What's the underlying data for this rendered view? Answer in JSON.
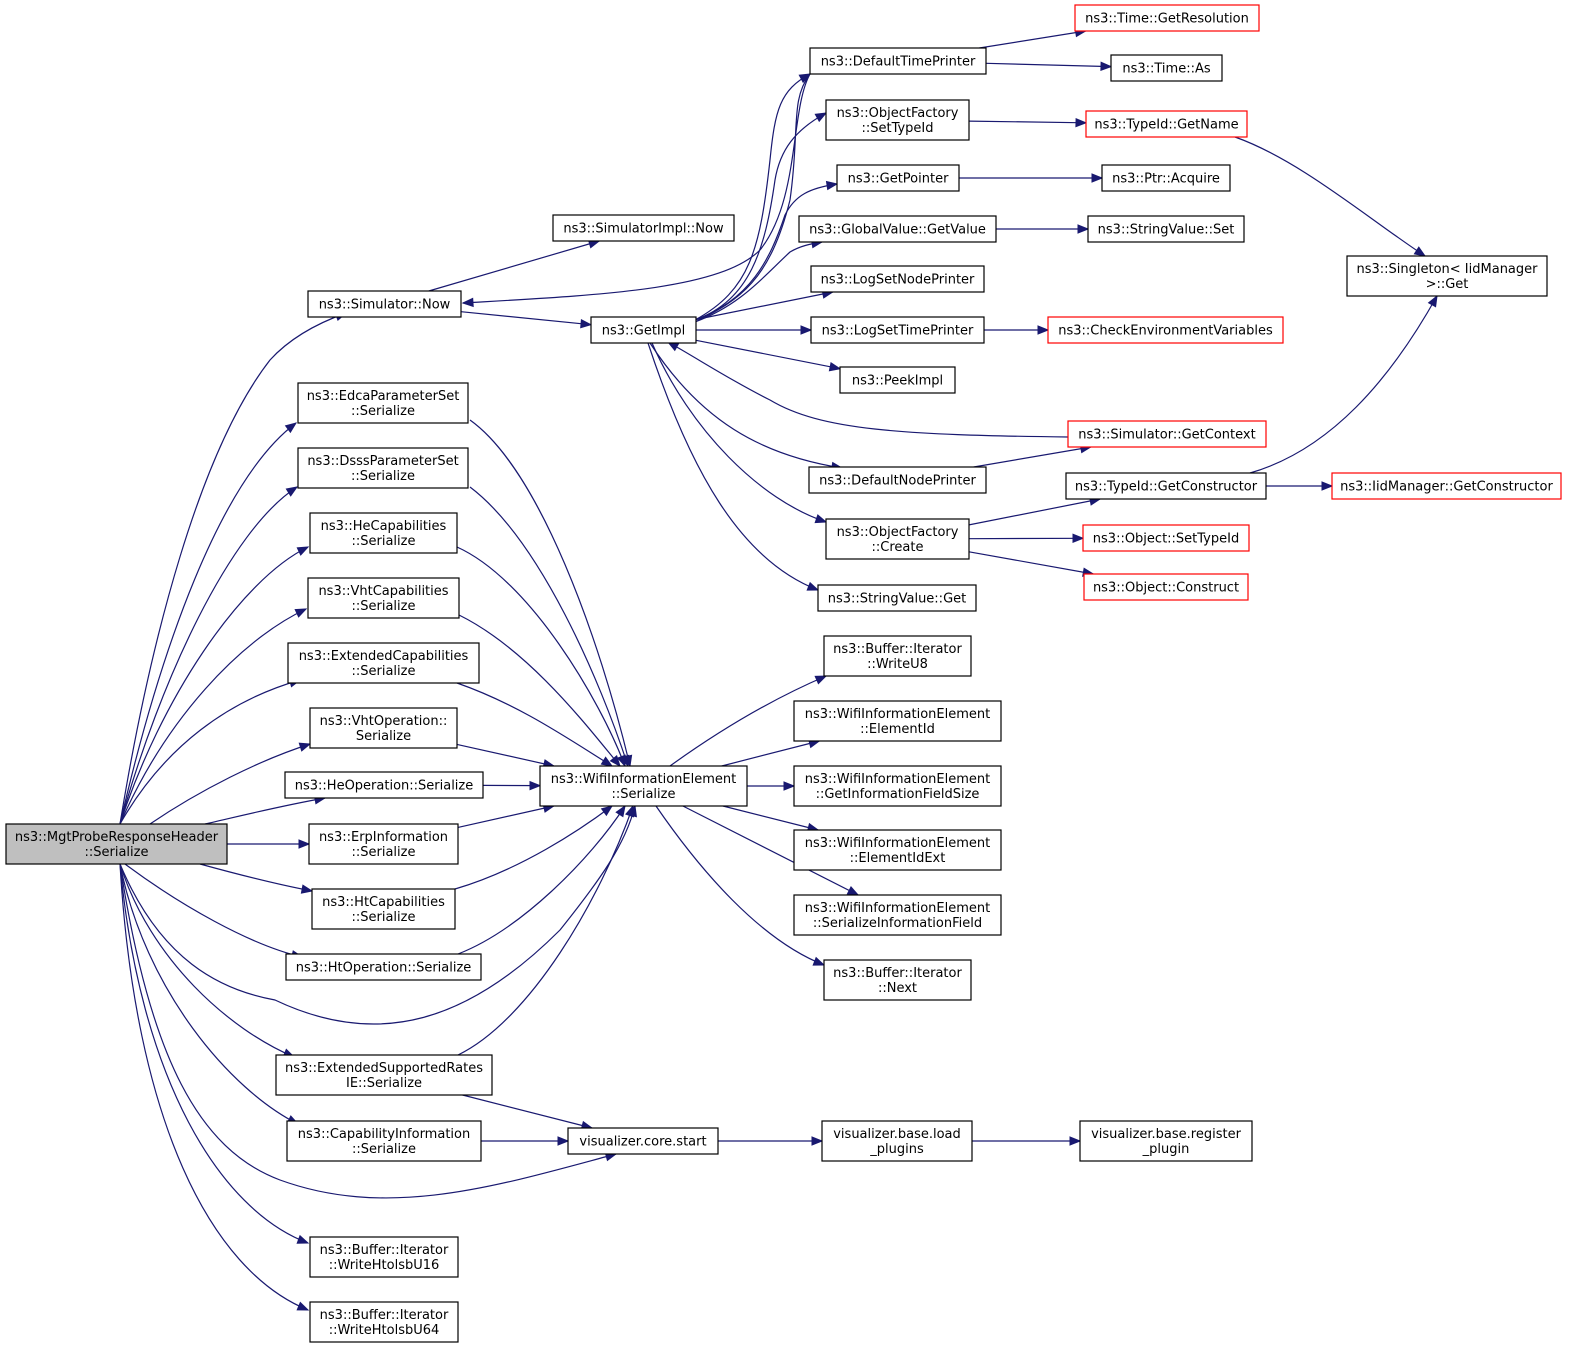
{
  "nodes": [
    {
      "id": "root",
      "lines": [
        "ns3::MgtProbeResponseHeader",
        "::Serialize"
      ],
      "root": true
    },
    {
      "id": "simnow",
      "lines": [
        "ns3::Simulator::Now"
      ]
    },
    {
      "id": "simimplnow",
      "lines": [
        "ns3::SimulatorImpl::Now"
      ]
    },
    {
      "id": "getimpl",
      "lines": [
        "ns3::GetImpl"
      ]
    },
    {
      "id": "deftimeprinter",
      "lines": [
        "ns3::DefaultTimePrinter"
      ]
    },
    {
      "id": "getresolution",
      "lines": [
        "ns3::Time::GetResolution"
      ],
      "truncated": true
    },
    {
      "id": "timeas",
      "lines": [
        "ns3::Time::As"
      ]
    },
    {
      "id": "ofsettypeid",
      "lines": [
        "ns3::ObjectFactory",
        "::SetTypeId"
      ]
    },
    {
      "id": "typeidgetname",
      "lines": [
        "ns3::TypeId::GetName"
      ],
      "truncated": true
    },
    {
      "id": "getpointer",
      "lines": [
        "ns3::GetPointer"
      ]
    },
    {
      "id": "ptracquire",
      "lines": [
        "ns3::Ptr::Acquire"
      ]
    },
    {
      "id": "gvgetvalue",
      "lines": [
        "ns3::GlobalValue::GetValue"
      ]
    },
    {
      "id": "stringvalueset",
      "lines": [
        "ns3::StringValue::Set"
      ]
    },
    {
      "id": "singletonget",
      "lines": [
        "ns3::Singleton< IidManager",
        ">::Get"
      ]
    },
    {
      "id": "logsetnodeprinter",
      "lines": [
        "ns3::LogSetNodePrinter"
      ]
    },
    {
      "id": "logsettimeprinter",
      "lines": [
        "ns3::LogSetTimePrinter"
      ]
    },
    {
      "id": "checkenv",
      "lines": [
        "ns3::CheckEnvironmentVariables"
      ],
      "truncated": true
    },
    {
      "id": "peekimpl",
      "lines": [
        "ns3::PeekImpl"
      ]
    },
    {
      "id": "simgetcontext",
      "lines": [
        "ns3::Simulator::GetContext"
      ],
      "truncated": true
    },
    {
      "id": "defnodeprinter",
      "lines": [
        "ns3::DefaultNodePrinter"
      ]
    },
    {
      "id": "typeidgetconstructor",
      "lines": [
        "ns3::TypeId::GetConstructor"
      ]
    },
    {
      "id": "iidgetconstructor",
      "lines": [
        "ns3::IidManager::GetConstructor"
      ],
      "truncated": true
    },
    {
      "id": "ofcreate",
      "lines": [
        "ns3::ObjectFactory",
        "::Create"
      ]
    },
    {
      "id": "objsettypeid",
      "lines": [
        "ns3::Object::SetTypeId"
      ],
      "truncated": true
    },
    {
      "id": "objconstruct",
      "lines": [
        "ns3::Object::Construct"
      ],
      "truncated": true
    },
    {
      "id": "stringvalueget",
      "lines": [
        "ns3::StringValue::Get"
      ]
    },
    {
      "id": "edca",
      "lines": [
        "ns3::EdcaParameterSet",
        "::Serialize"
      ]
    },
    {
      "id": "dsss",
      "lines": [
        "ns3::DsssParameterSet",
        "::Serialize"
      ]
    },
    {
      "id": "hecap",
      "lines": [
        "ns3::HeCapabilities",
        "::Serialize"
      ]
    },
    {
      "id": "vhtcap",
      "lines": [
        "ns3::VhtCapabilities",
        "::Serialize"
      ]
    },
    {
      "id": "extcap",
      "lines": [
        "ns3::ExtendedCapabilities",
        "::Serialize"
      ]
    },
    {
      "id": "vhtop",
      "lines": [
        "ns3::VhtOperation::",
        "Serialize"
      ]
    },
    {
      "id": "heop",
      "lines": [
        "ns3::HeOperation::Serialize"
      ]
    },
    {
      "id": "erp",
      "lines": [
        "ns3::ErpInformation",
        "::Serialize"
      ]
    },
    {
      "id": "htcap",
      "lines": [
        "ns3::HtCapabilities",
        "::Serialize"
      ]
    },
    {
      "id": "htop",
      "lines": [
        "ns3::HtOperation::Serialize"
      ]
    },
    {
      "id": "extrates",
      "lines": [
        "ns3::ExtendedSupportedRates",
        "IE::Serialize"
      ]
    },
    {
      "id": "capinfo",
      "lines": [
        "ns3::CapabilityInformation",
        "::Serialize"
      ]
    },
    {
      "id": "writehtolsbu16",
      "lines": [
        "ns3::Buffer::Iterator",
        "::WriteHtolsbU16"
      ]
    },
    {
      "id": "writehtolsbu64",
      "lines": [
        "ns3::Buffer::Iterator",
        "::WriteHtolsbU64"
      ]
    },
    {
      "id": "wieserialize",
      "lines": [
        "ns3::WifiInformationElement",
        "::Serialize"
      ]
    },
    {
      "id": "writeu8",
      "lines": [
        "ns3::Buffer::Iterator",
        "::WriteU8"
      ]
    },
    {
      "id": "elementid",
      "lines": [
        "ns3::WifiInformationElement",
        "::ElementId"
      ]
    },
    {
      "id": "getinfofieldsize",
      "lines": [
        "ns3::WifiInformationElement",
        "::GetInformationFieldSize"
      ]
    },
    {
      "id": "elementidext",
      "lines": [
        "ns3::WifiInformationElement",
        "::ElementIdExt"
      ]
    },
    {
      "id": "serinfofield",
      "lines": [
        "ns3::WifiInformationElement",
        "::SerializeInformationField"
      ]
    },
    {
      "id": "bufnext",
      "lines": [
        "ns3::Buffer::Iterator",
        "::Next"
      ]
    },
    {
      "id": "vizstart",
      "lines": [
        "visualizer.core.start"
      ]
    },
    {
      "id": "vizload",
      "lines": [
        "visualizer.base.load",
        "_plugins"
      ]
    },
    {
      "id": "vizregister",
      "lines": [
        "visualizer.base.register",
        "_plugin"
      ]
    }
  ],
  "edges": [
    [
      "root",
      "simnow"
    ],
    [
      "root",
      "edca"
    ],
    [
      "root",
      "dsss"
    ],
    [
      "root",
      "hecap"
    ],
    [
      "root",
      "vhtcap"
    ],
    [
      "root",
      "extcap"
    ],
    [
      "root",
      "vhtop"
    ],
    [
      "root",
      "heop"
    ],
    [
      "root",
      "erp"
    ],
    [
      "root",
      "htcap"
    ],
    [
      "root",
      "htop"
    ],
    [
      "root",
      "wieserialize"
    ],
    [
      "root",
      "extrates"
    ],
    [
      "root",
      "capinfo"
    ],
    [
      "root",
      "vizstart"
    ],
    [
      "root",
      "writehtolsbu16"
    ],
    [
      "root",
      "writehtolsbu64"
    ],
    [
      "simnow",
      "simimplnow"
    ],
    [
      "simnow",
      "getimpl"
    ],
    [
      "getimpl",
      "simnow"
    ],
    [
      "getimpl",
      "deftimeprinter"
    ],
    [
      "getimpl",
      "ofsettypeid"
    ],
    [
      "getimpl",
      "getpointer"
    ],
    [
      "getimpl",
      "gvgetvalue"
    ],
    [
      "getimpl",
      "logsetnodeprinter"
    ],
    [
      "getimpl",
      "logsettimeprinter"
    ],
    [
      "getimpl",
      "peekimpl"
    ],
    [
      "getimpl",
      "defnodeprinter"
    ],
    [
      "getimpl",
      "ofcreate"
    ],
    [
      "getimpl",
      "stringvalueget"
    ],
    [
      "simgetcontext",
      "getimpl"
    ],
    [
      "deftimeprinter",
      "getresolution"
    ],
    [
      "deftimeprinter",
      "timeas"
    ],
    [
      "ofsettypeid",
      "typeidgetname"
    ],
    [
      "typeidgetname",
      "singletonget"
    ],
    [
      "getpointer",
      "ptracquire"
    ],
    [
      "gvgetvalue",
      "stringvalueset"
    ],
    [
      "logsettimeprinter",
      "checkenv"
    ],
    [
      "defnodeprinter",
      "simgetcontext"
    ],
    [
      "ofcreate",
      "typeidgetconstructor"
    ],
    [
      "ofcreate",
      "objsettypeid"
    ],
    [
      "ofcreate",
      "objconstruct"
    ],
    [
      "typeidgetconstructor",
      "iidgetconstructor"
    ],
    [
      "typeidgetconstructor",
      "singletonget"
    ],
    [
      "edca",
      "wieserialize"
    ],
    [
      "dsss",
      "wieserialize"
    ],
    [
      "hecap",
      "wieserialize"
    ],
    [
      "vhtcap",
      "wieserialize"
    ],
    [
      "extcap",
      "wieserialize"
    ],
    [
      "vhtop",
      "wieserialize"
    ],
    [
      "heop",
      "wieserialize"
    ],
    [
      "erp",
      "wieserialize"
    ],
    [
      "htcap",
      "wieserialize"
    ],
    [
      "htop",
      "wieserialize"
    ],
    [
      "extrates",
      "wieserialize"
    ],
    [
      "wieserialize",
      "writeu8"
    ],
    [
      "wieserialize",
      "elementid"
    ],
    [
      "wieserialize",
      "getinfofieldsize"
    ],
    [
      "wieserialize",
      "elementidext"
    ],
    [
      "wieserialize",
      "serinfofield"
    ],
    [
      "wieserialize",
      "bufnext"
    ],
    [
      "extrates",
      "vizstart"
    ],
    [
      "capinfo",
      "vizstart"
    ],
    [
      "vizstart",
      "vizload"
    ],
    [
      "vizload",
      "vizregister"
    ]
  ]
}
